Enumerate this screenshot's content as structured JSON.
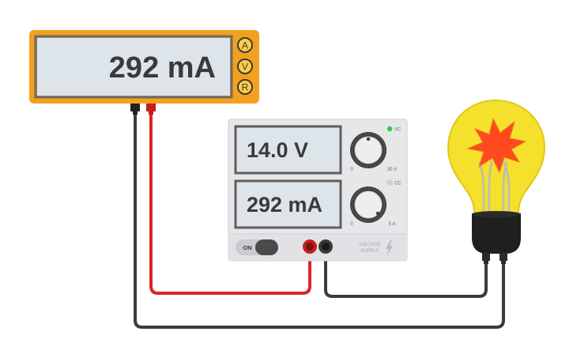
{
  "multimeter": {
    "reading": "292 mA",
    "modes": [
      "A",
      "V",
      "R"
    ],
    "active_mode": "A",
    "colors": {
      "body": "#f2a11f",
      "screen": "#dde4ea",
      "button": "#ffce45"
    }
  },
  "power_supply": {
    "voltage_display": "14.0 V",
    "current_display": "292 mA",
    "voltage_knob": {
      "min_label": "0",
      "max_label": "30 V"
    },
    "current_knob": {
      "min_label": "0",
      "max_label": "5 A"
    },
    "indicators": {
      "vc": "VC",
      "cc": "CC",
      "vc_active": true
    },
    "switch_label": "ON",
    "brand_line1": "VOLTAGE",
    "brand_line2": "SUPPLY",
    "colors": {
      "body": "#e6e7e9",
      "screen": "#dde4ea",
      "vc_led": "#2ecc40"
    }
  },
  "bulb": {
    "state": "burnt-out",
    "colors": {
      "glass": "#f5e02b",
      "burst": "#ff4a1f",
      "base": "#1f1f1f"
    }
  },
  "wires": {
    "colors": {
      "positive": "#d62828",
      "negative": "#3b3b3b"
    }
  },
  "icons": [
    "lightning-icon",
    "knob-icon",
    "led-icon"
  ]
}
